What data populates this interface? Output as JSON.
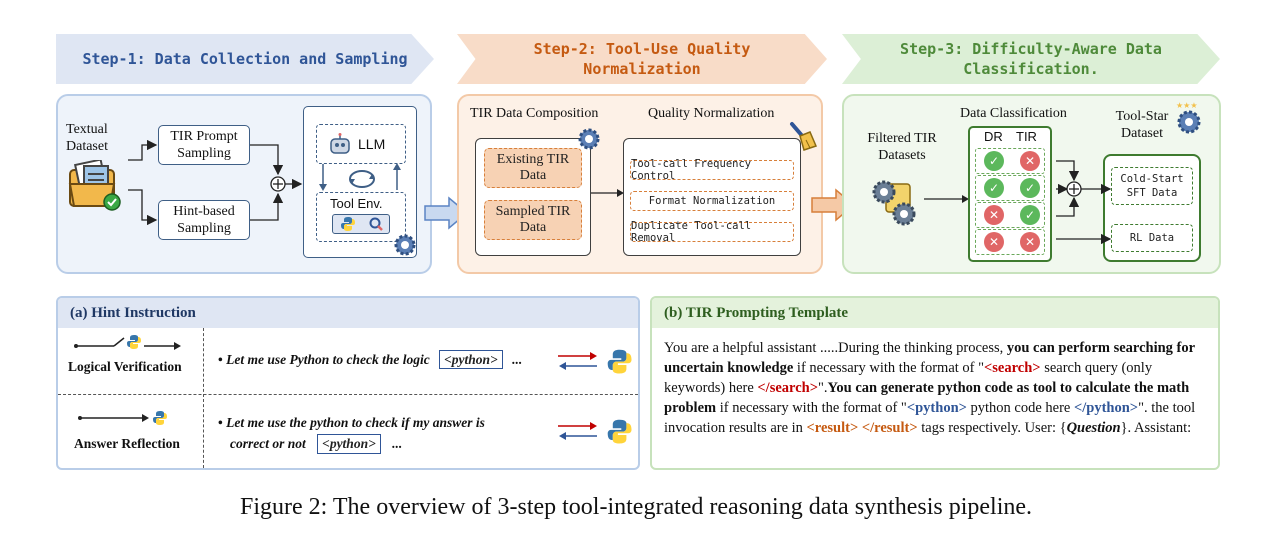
{
  "steps": {
    "step1": "Step-1: Data Collection and Sampling",
    "step2_line1": "Step-2: Tool-Use Quality",
    "step2_line2": "Normalization",
    "step3_line1": "Step-3: Difficulty-Aware Data",
    "step3_line2": "Classification."
  },
  "panel1": {
    "textual_line1": "Textual",
    "textual_line2": "Dataset",
    "tir_prompt_line1": "TIR Prompt",
    "tir_prompt_line2": "Sampling",
    "hint_line1": "Hint-based",
    "hint_line2": "Sampling",
    "llm": "LLM",
    "tool_env": "Tool Env."
  },
  "panel2": {
    "composition_title": "TIR Data Composition",
    "quality_title": "Quality Normalization",
    "existing_line1": "Existing TIR",
    "existing_line2": "Data",
    "sampled_line1": "Sampled TIR",
    "sampled_line2": "Data",
    "norm_items": [
      "Tool-call Frequency Control",
      "Format Normalization",
      "Duplicate Tool-call Removal"
    ]
  },
  "panel3": {
    "filtered_line1": "Filtered TIR",
    "filtered_line2": "Datasets",
    "classification_title": "Data Classification",
    "col_dr": "DR",
    "col_tir": "TIR",
    "rows": [
      [
        "check",
        "cross"
      ],
      [
        "check",
        "check"
      ],
      [
        "cross",
        "check"
      ],
      [
        "cross",
        "cross"
      ]
    ],
    "toolstar_line1": "Tool-Star",
    "toolstar_line2": "Dataset",
    "cold_line1": "Cold-Start",
    "cold_line2": "SFT Data",
    "rl": "RL Data"
  },
  "hint": {
    "title": "(a) Hint Instruction",
    "logical_label": "Logical Verification",
    "reflection_label": "Answer Reflection",
    "logical_text": "Let me use Python to check the logic",
    "reflection_line1": "Let me use the python to check if my answer is",
    "reflection_line2": "correct or not",
    "python_tag": "<python>",
    "ellipsis": "...",
    "bullet": "•"
  },
  "template": {
    "title": "(b) TIR Prompting Template",
    "t1": "You are a helpful assistant .....During the thinking process, ",
    "t2": "you can perform searching for uncertain knowledge",
    "t3": " if necessary with the format of \"",
    "t4": "<search>",
    "t5": " search query (only keywords) here ",
    "t6": "</search>",
    "t7": "\".",
    "t8": "You can generate python code as tool to calculate the math problem",
    "t9": " if necessary with the format of \"",
    "t10": "<python>",
    "t11": " python code here ",
    "t12": "</python>",
    "t13": "\". the tool invocation results are in ",
    "t14": "<result> </result>",
    "t15": " tags respectively. User: {",
    "t16": "Question",
    "t17": "}. Assistant:"
  },
  "caption": "Figure 2: The overview of 3-step tool-integrated reasoning data synthesis pipeline.",
  "colors": {
    "blue_accent": "#2f5597",
    "orange_accent": "#c55a11",
    "green_accent": "#4e8a3a",
    "check": "#5cb85c",
    "cross": "#e06666"
  }
}
